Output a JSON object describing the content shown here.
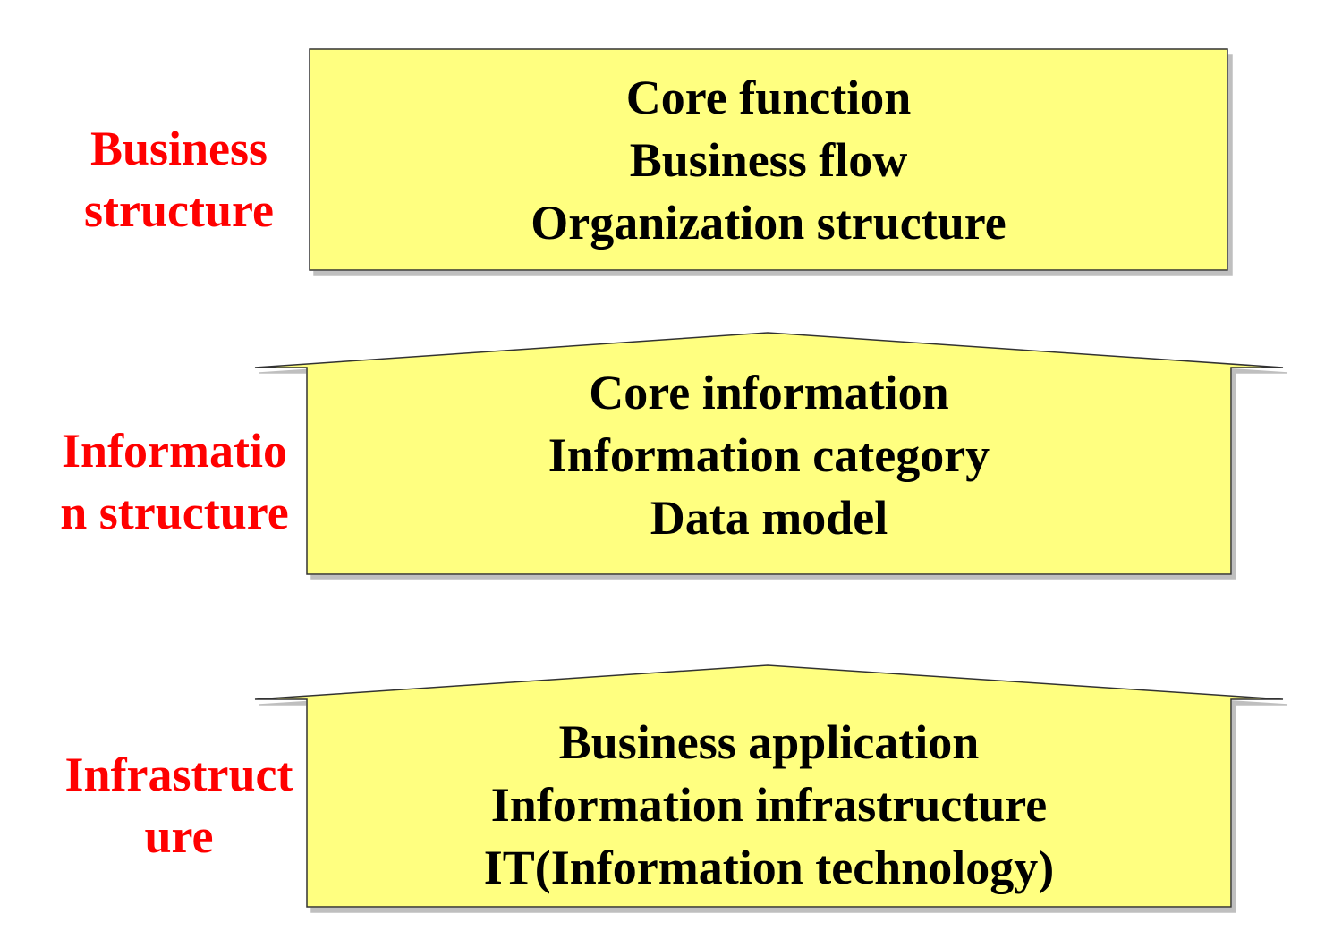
{
  "colors": {
    "box_fill": "#FFFF80",
    "box_stroke": "#333333",
    "label_color": "#FF0000",
    "text_color": "#000000",
    "shadow": "#BFBFBF"
  },
  "layers": [
    {
      "label_lines": [
        "Business",
        "structure"
      ],
      "items": [
        "Core function",
        "Business flow",
        "Organization structure"
      ]
    },
    {
      "label_lines": [
        "Informatio",
        "n structure"
      ],
      "items": [
        "Core information",
        "Information category",
        "Data model"
      ]
    },
    {
      "label_lines": [
        "Infrastruct",
        "ure"
      ],
      "items": [
        "Business application",
        "Information infrastructure",
        "IT(Information technology)"
      ]
    }
  ]
}
